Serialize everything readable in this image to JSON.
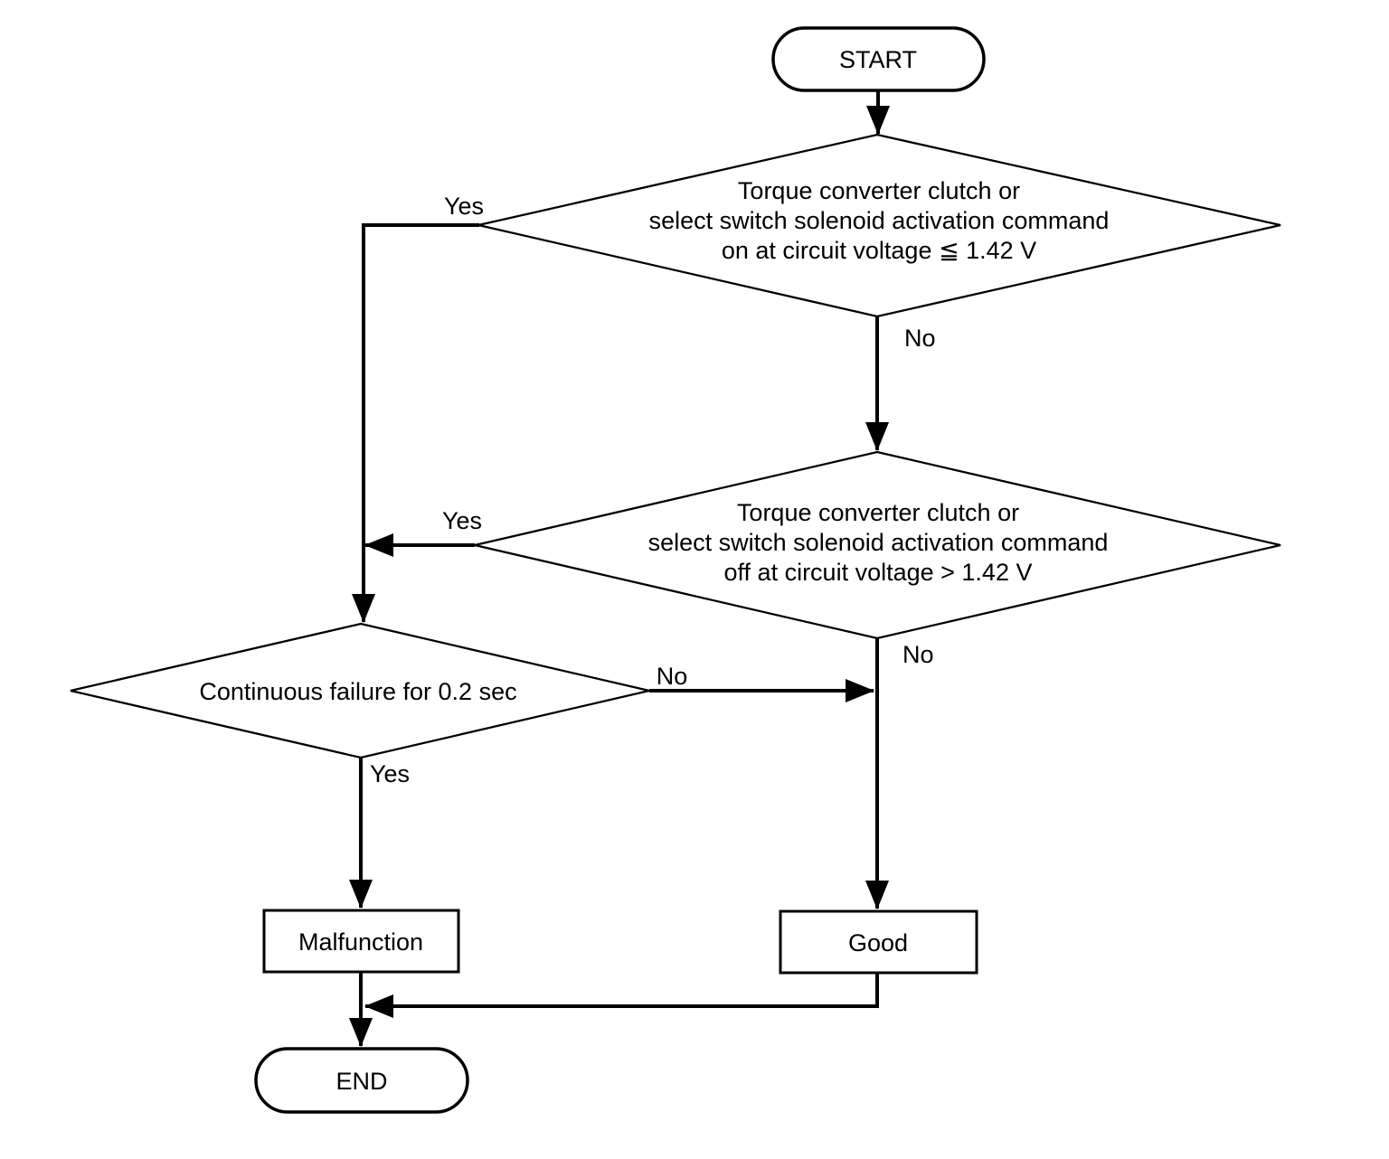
{
  "colors": {
    "ink": "#000000",
    "background": "#ffffff"
  },
  "flowchart": {
    "start": {
      "label": "START"
    },
    "decision1": {
      "line1": "Torque converter clutch or",
      "line2": "select switch solenoid activation command",
      "line3": "on at circuit voltage ≦ 1.42 V",
      "yes": "Yes",
      "no": "No"
    },
    "decision2": {
      "line1": "Torque converter clutch or",
      "line2": "select switch solenoid activation command",
      "line3": "off at circuit voltage > 1.42 V",
      "yes": "Yes",
      "no": "No"
    },
    "decision3": {
      "line1": "Continuous failure for 0.2 sec",
      "yes": "Yes",
      "no": "No"
    },
    "malfunction": {
      "label": "Malfunction"
    },
    "good": {
      "label": "Good"
    },
    "end": {
      "label": "END"
    }
  }
}
